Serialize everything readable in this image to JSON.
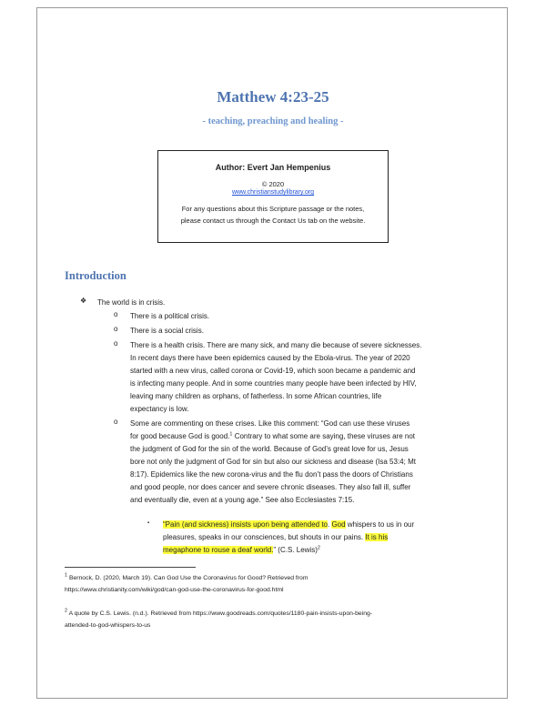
{
  "document": {
    "title": "Matthew 4:23-25",
    "subtitle": "- teaching, preaching and healing -"
  },
  "author_box": {
    "author": "Author: Evert Jan Hempenius",
    "year": "© 2020",
    "website": "www.christianstudylibrary.org",
    "contact_line_1": "For any questions about this Scripture passage or the notes,",
    "contact_line_2": "please contact us through the Contact Us tab on the website."
  },
  "section": {
    "heading": "Introduction"
  },
  "list": {
    "level1_glyph": "❖",
    "level2_glyph": "o",
    "level3_glyph": "▪",
    "item1": "The world is in crisis.",
    "sub1": "There is a political crisis.",
    "sub2": "There is a social crisis.",
    "sub3": {
      "line1": "There is a health crisis. There are many sick, and many die because of severe sicknesses.",
      "line2": "In recent days there have been epidemics caused by the Ebola-virus. The year of 2020",
      "line3": "started with a new virus, called corona or Covid-19, which soon became a pandemic and",
      "line4": "is infecting many people. And in some countries many people have been infected by HIV,",
      "line5": "leaving many children as orphans, of fatherless. In some African countries, life",
      "line6": "expectancy is low."
    },
    "sub4": {
      "line1": "Some are commenting on these crises. Like this comment: “God can use these viruses",
      "line2a": "for good because God is good.",
      "line2_ref": "1",
      "line2b": " Contrary to what some are saying, these viruses are not",
      "line3": "the judgment of God for the sin of the world. Because of God’s great love for us, Jesus",
      "line4": "bore not only the judgment of God for sin but also our sickness and disease (Isa 53:4; Mt",
      "line5": "8:17). Epidemics like the new corona-virus and the flu don’t pass the doors of Christians",
      "line6": "and good people, nor does cancer and severe chronic diseases. They also fall ill, suffer",
      "line7": "and eventually die, even at a young age.” See also Ecclesiastes 7:15."
    },
    "quote": {
      "hl1": "“Pain (and sickness) insists upon being attended to",
      "t1": ". ",
      "hl2": "God",
      "t2": " whispers to us in our",
      "line2a": "pleasures, speaks in our consciences, but shouts in our pains. ",
      "hl3": "It is his",
      "hl4": "megaphone to rouse a deaf world.",
      "t3": "” (C.S. Lewis)",
      "ref": "2"
    }
  },
  "footnotes": {
    "fn1_num": "1",
    "fn1_line1": " Bernock, D. (2020, March 19). Can God Use the Coronavirus for Good? Retrieved from",
    "fn1_line2": "https://www.christianity.com/wiki/god/can-god-use-the-coronavirus-for-good.html",
    "fn2_num": "2",
    "fn2_line1": " A quote by C.S. Lewis. (n.d.). Retrieved from https://www.goodreads.com/quotes/1180-pain-insists-upon-being-",
    "fn2_line2": "attended-to-god-whispers-to-us"
  }
}
